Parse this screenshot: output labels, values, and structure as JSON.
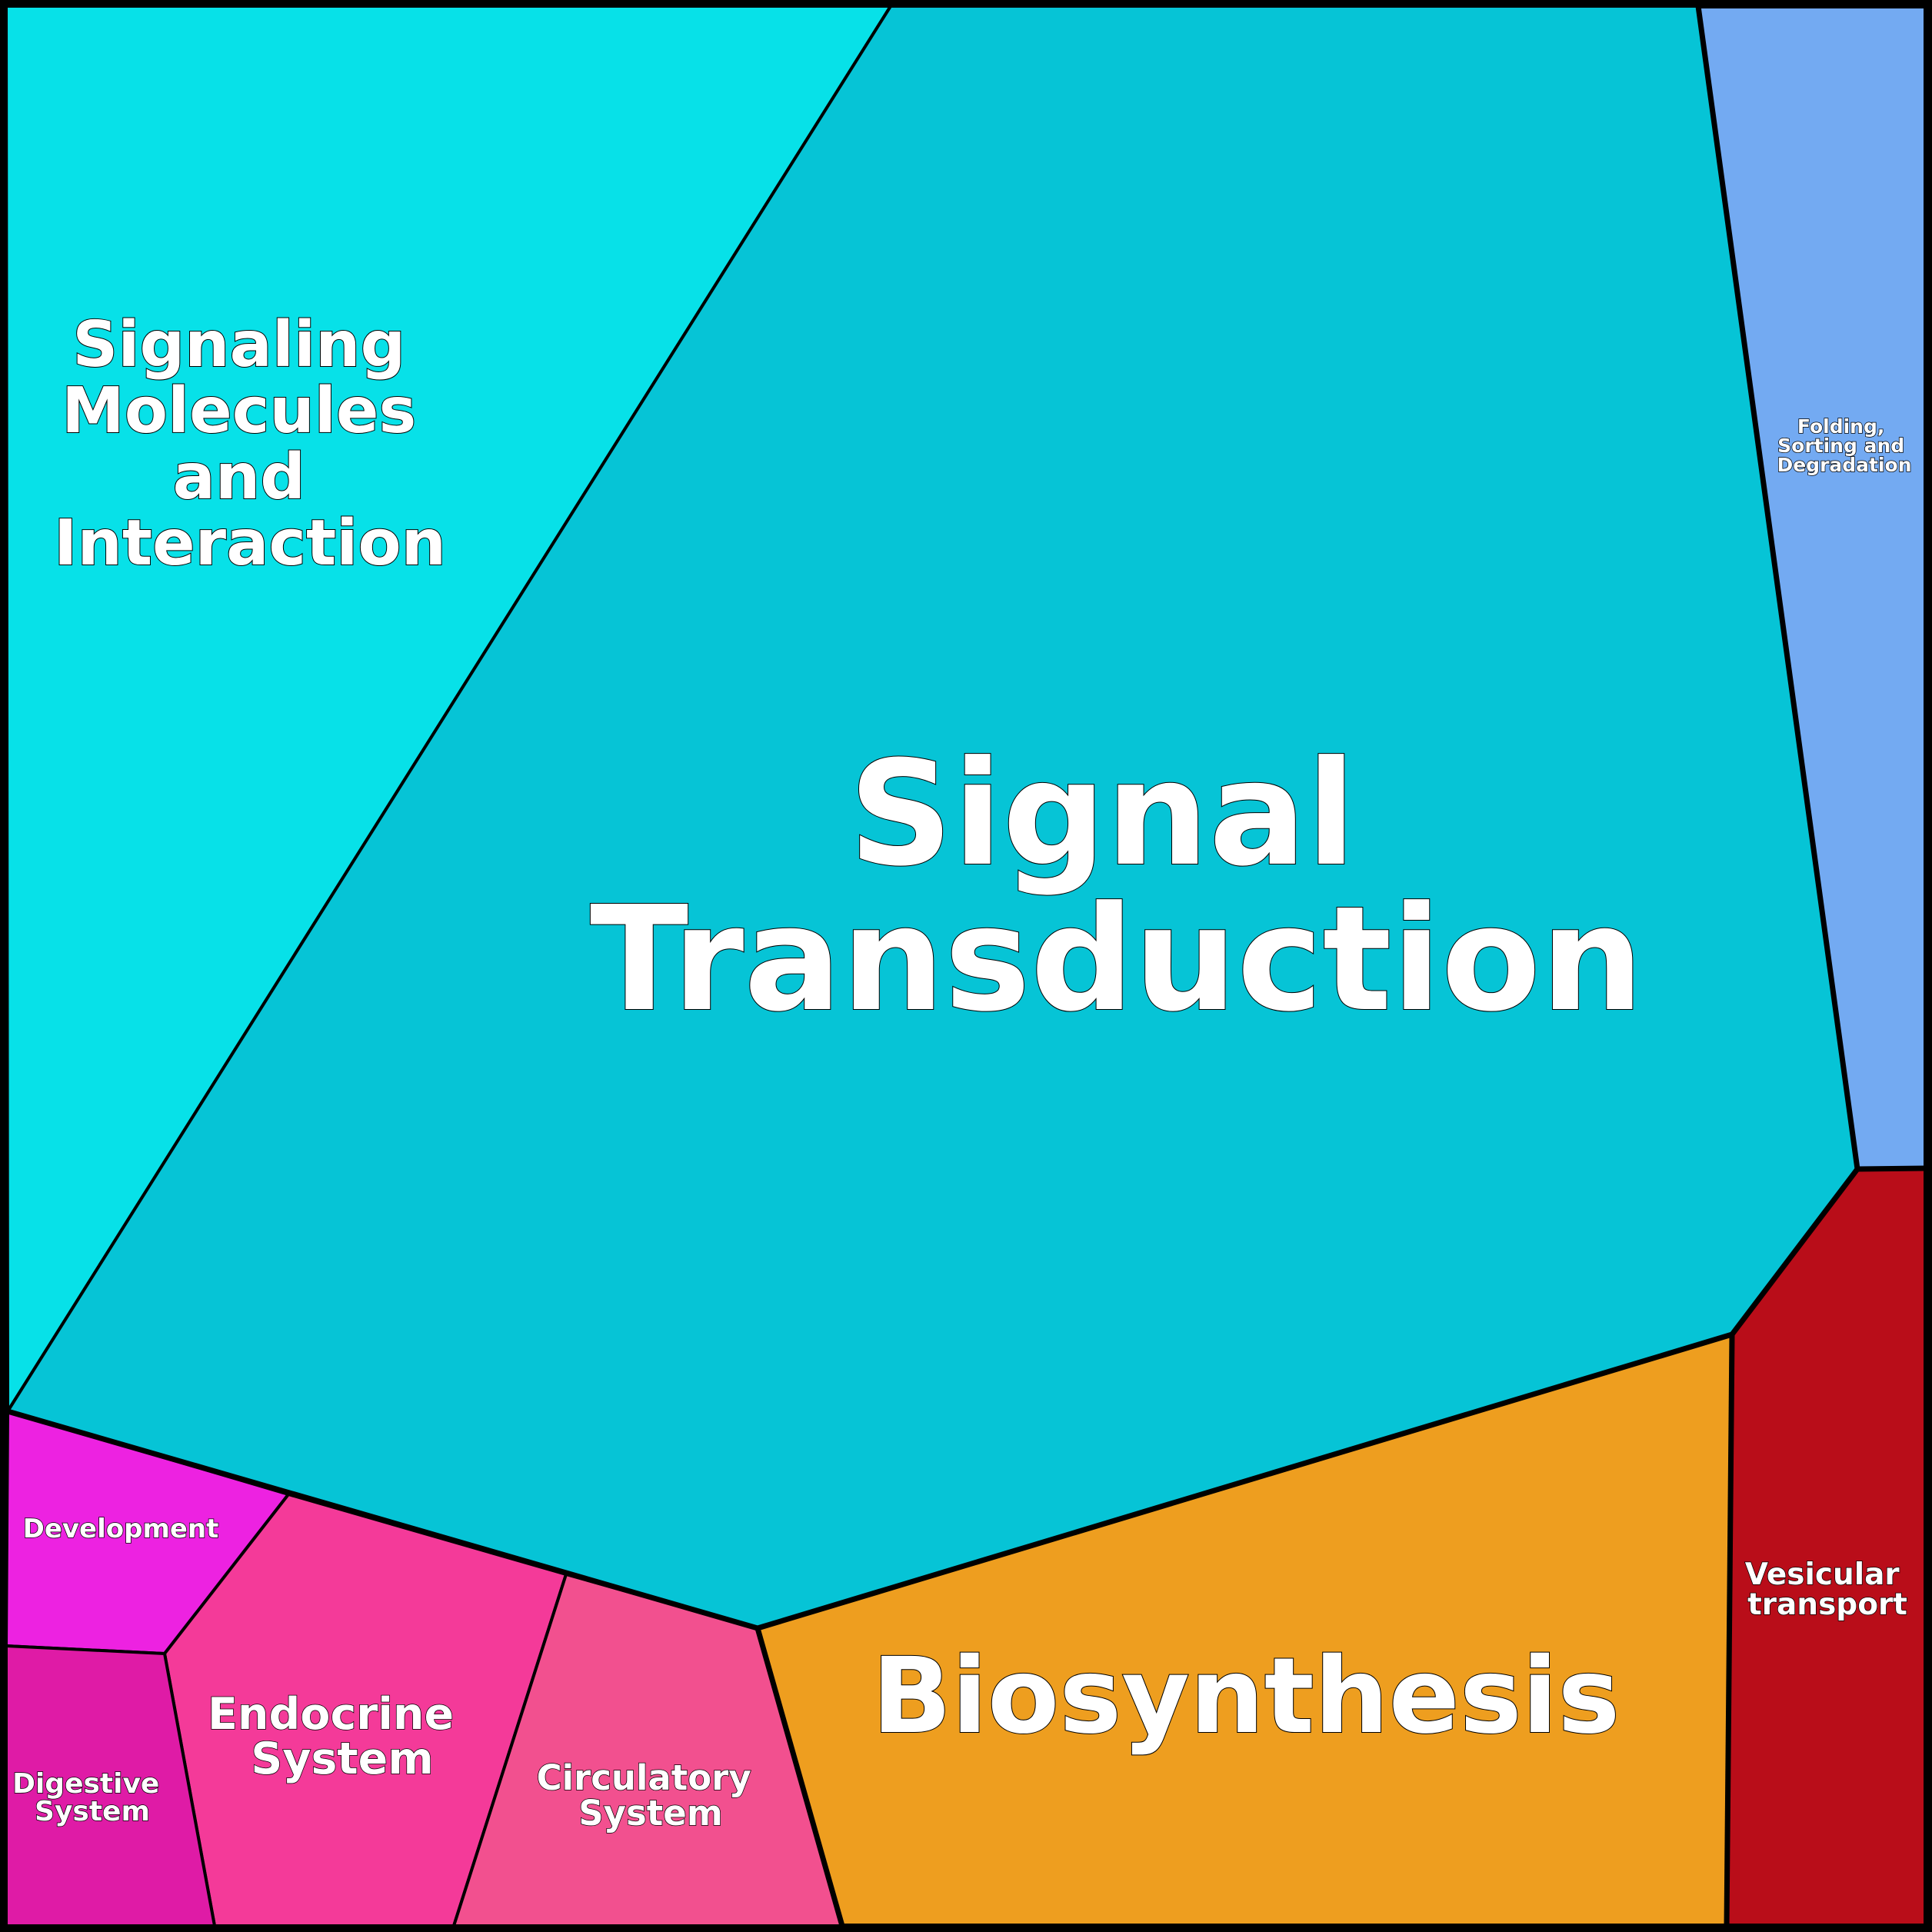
{
  "diagram": {
    "background": "#ffffff",
    "border_color": "#000000",
    "label_color": "#ffffff",
    "cells": [
      {
        "id": "signaling-molecules",
        "label_lines": [
          "Signaling",
          "Molecules",
          "and",
          "Interaction"
        ],
        "color": "#07e1e8"
      },
      {
        "id": "signal-transduction",
        "label_lines": [
          "Signal",
          "Transduction"
        ],
        "color": "#06c4d6"
      },
      {
        "id": "folding-sorting",
        "label_lines": [
          "Folding,",
          "Sorting and",
          "Degradation"
        ],
        "color": "#73aaf2"
      },
      {
        "id": "vesicular-transport",
        "label_lines": [
          "Vesicular",
          "transport"
        ],
        "color": "#b90d19"
      },
      {
        "id": "biosynthesis",
        "label_lines": [
          "Biosynthesis"
        ],
        "color": "#ee9e1f"
      },
      {
        "id": "development",
        "label_lines": [
          "Development"
        ],
        "color": "#ed22e1"
      },
      {
        "id": "endocrine-system",
        "label_lines": [
          "Endocrine",
          "System"
        ],
        "color": "#f43a99"
      },
      {
        "id": "circulatory-system",
        "label_lines": [
          "Circulatory",
          "System"
        ],
        "color": "#f2508f"
      },
      {
        "id": "digestive-system",
        "label_lines": [
          "Digestive",
          "System"
        ],
        "color": "#df1ba6"
      }
    ]
  }
}
